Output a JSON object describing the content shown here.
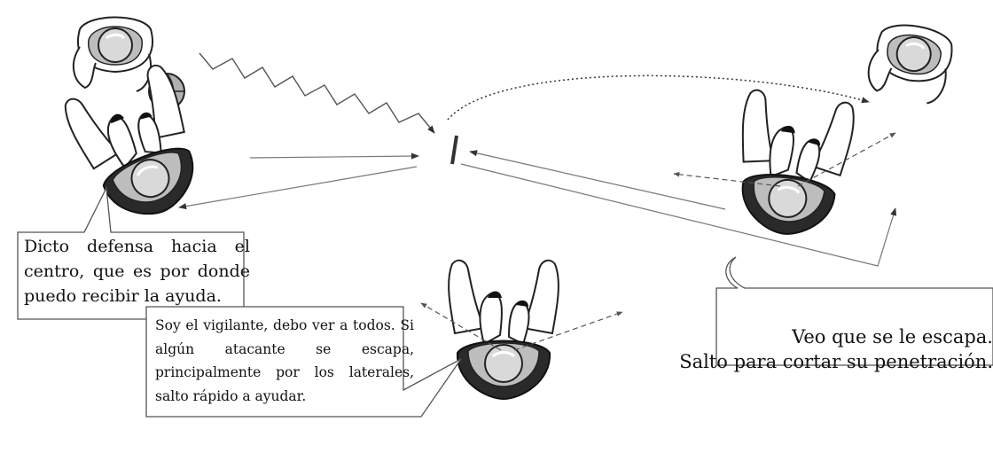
{
  "callouts": {
    "left": "Dicto defensa hacia el centro, que es por donde puedo recibir la ayuda.",
    "center": "Soy el vigilante, debo ver a todos. Si algún atacante se escapa, principalmente por los laterales, salto rápido a ayudar.",
    "right_line1": "Veo que se le escapa.",
    "right_line2": "Salto para cortar su penetración."
  },
  "colors": {
    "stroke": "#222222",
    "arrow": "#666666",
    "jersey": "#bdbdbd",
    "shorts": "#2a2a2a",
    "head": "#d9d9d9",
    "ball": "#b0b0b0"
  }
}
